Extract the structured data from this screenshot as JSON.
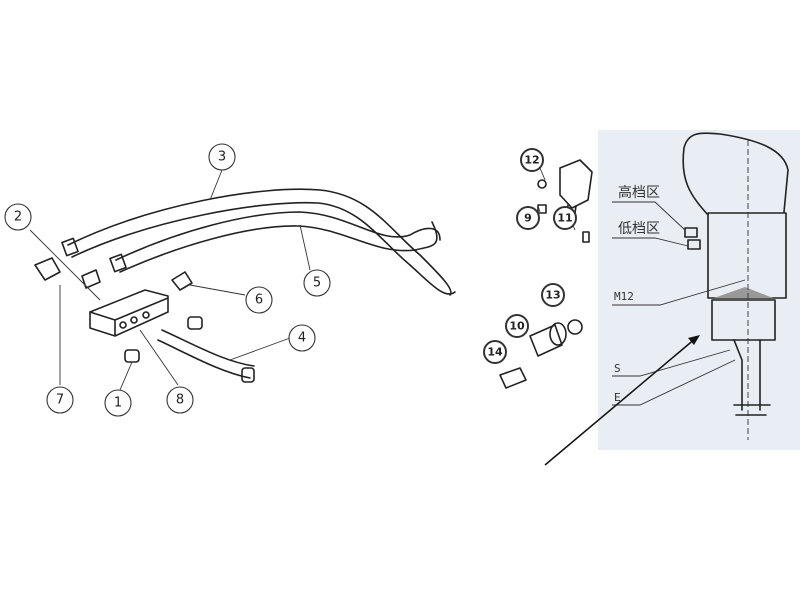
{
  "left_diagram": {
    "callouts": [
      "1",
      "2",
      "3",
      "4",
      "5",
      "6",
      "7",
      "8"
    ]
  },
  "right_parts": {
    "callouts": [
      "9",
      "10",
      "11",
      "12",
      "13",
      "14"
    ]
  },
  "section_panel": {
    "labels": {
      "high_zone": "高档区",
      "low_zone": "低档区",
      "thread": "M12",
      "s": "S",
      "e": "E"
    },
    "background": "#e9eef4"
  }
}
